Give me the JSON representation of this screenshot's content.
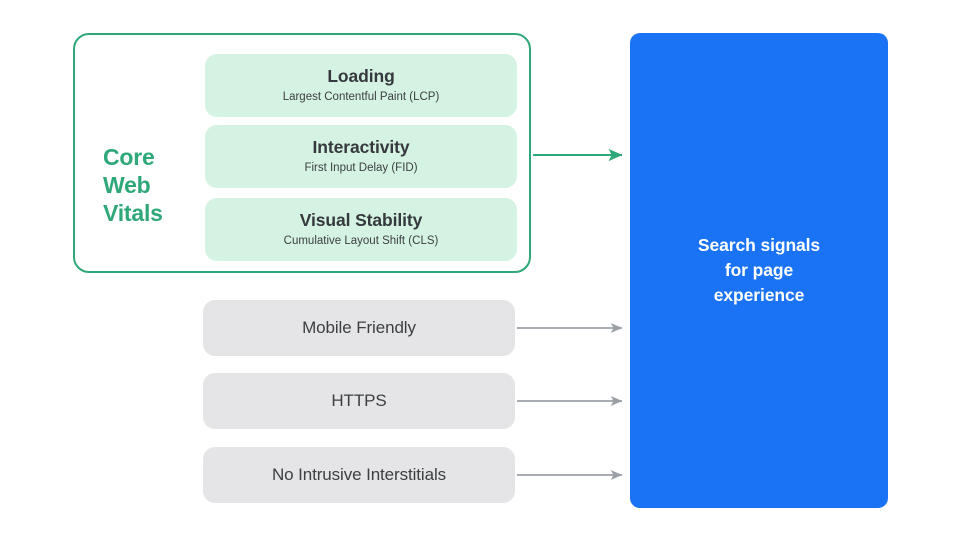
{
  "diagram": {
    "title": "Search signals for page experience",
    "colors": {
      "green_accent": "#2EA878",
      "mint_card": "#D5F3E2",
      "blue_panel": "#1A73F5",
      "gray_box": "#E5E5E7",
      "gray_arrow": "#9AA0A6",
      "text_dark": "#3C4043",
      "text_white": "#FFFFFF",
      "background": "#FFFFFF"
    }
  },
  "core_web_vitals": {
    "label": "Core Web Vitals",
    "label_lines": [
      "Core",
      "Web",
      "Vitals"
    ],
    "cards": [
      {
        "title": "Loading",
        "subtitle": "Largest Contentful Paint (LCP)",
        "metric_abbr": "LCP"
      },
      {
        "title": "Interactivity",
        "subtitle": "First Input Delay (FID)",
        "metric_abbr": "FID"
      },
      {
        "title": "Visual Stability",
        "subtitle": "Cumulative Layout Shift (CLS)",
        "metric_abbr": "CLS"
      }
    ]
  },
  "other_signals": [
    {
      "label": "Mobile Friendly"
    },
    {
      "label": "HTTPS"
    },
    {
      "label": "No Intrusive Interstitials"
    }
  ],
  "destination": {
    "text": "Search signals\nfor page\nexperience"
  },
  "connectors": [
    {
      "name": "core-web-vitals-arrow",
      "color": "#2EA878"
    },
    {
      "name": "mobile-friendly-arrow",
      "color": "#9AA0A6"
    },
    {
      "name": "https-arrow",
      "color": "#9AA0A6"
    },
    {
      "name": "no-intrusive-interstitials-arrow",
      "color": "#9AA0A6"
    }
  ]
}
